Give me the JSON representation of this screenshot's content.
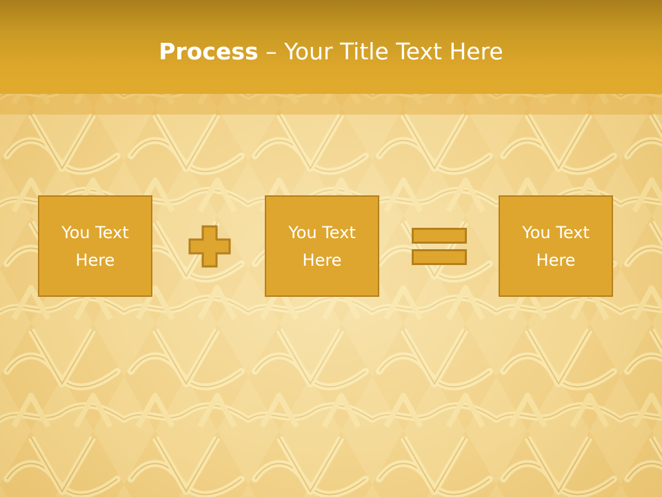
{
  "slide": {
    "title_bold": "Process",
    "title_dash": " – ",
    "title_rest": "Your Title Text Here",
    "boxes": [
      {
        "label": "You Text Here"
      },
      {
        "label": "You Text Here"
      },
      {
        "label": "You Text Here"
      }
    ],
    "operators": [
      "plus-icon",
      "equals-icon"
    ]
  },
  "colors": {
    "title_band": "#dea82b",
    "box_fill": "#dea62e",
    "box_border": "#b47f1e",
    "operator_fill": "#dea62e",
    "text": "#ffffff"
  }
}
